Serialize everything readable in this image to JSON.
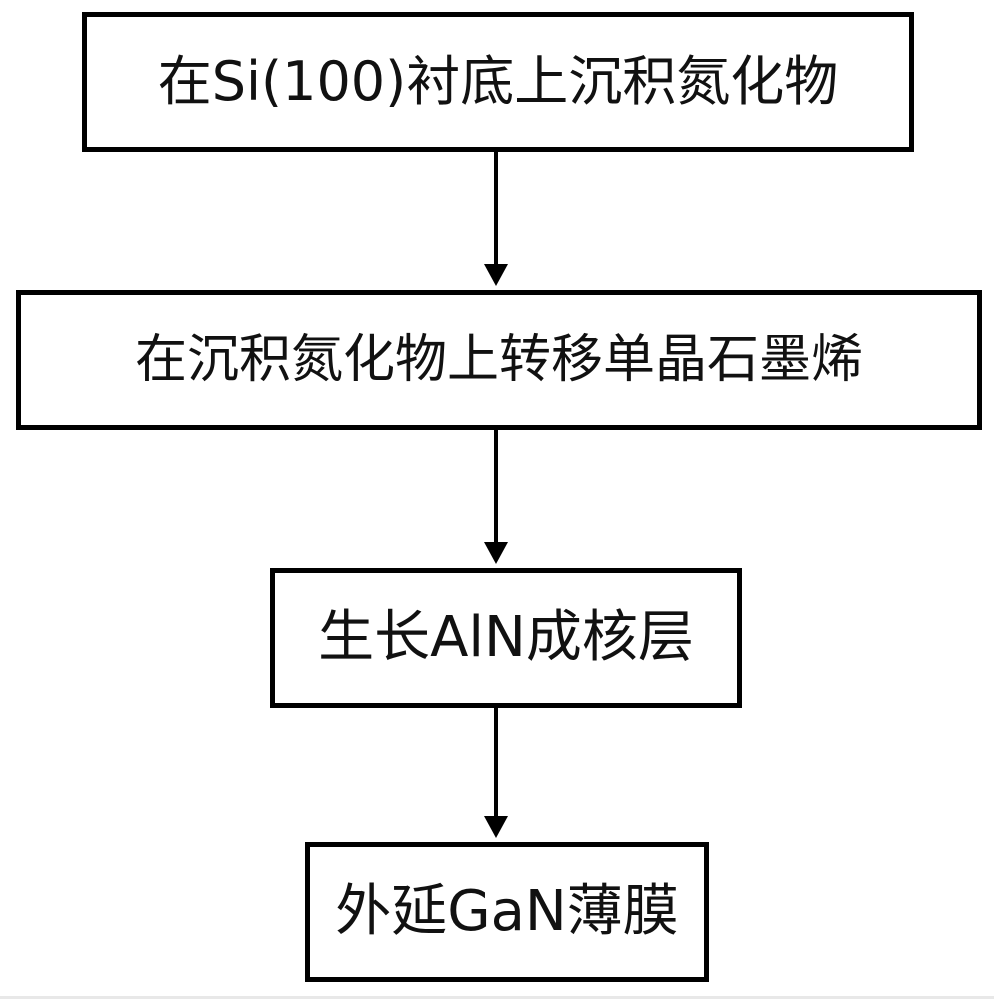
{
  "steps": [
    {
      "label": "在Si(100)衬底上沉积氮化物"
    },
    {
      "label": "在沉积氮化物上转移单晶石墨烯"
    },
    {
      "label": "生长AlN成核层"
    },
    {
      "label": "外延GaN薄膜"
    }
  ],
  "colors": {
    "border": "#000000",
    "text": "#111111",
    "background": "#ffffff"
  }
}
